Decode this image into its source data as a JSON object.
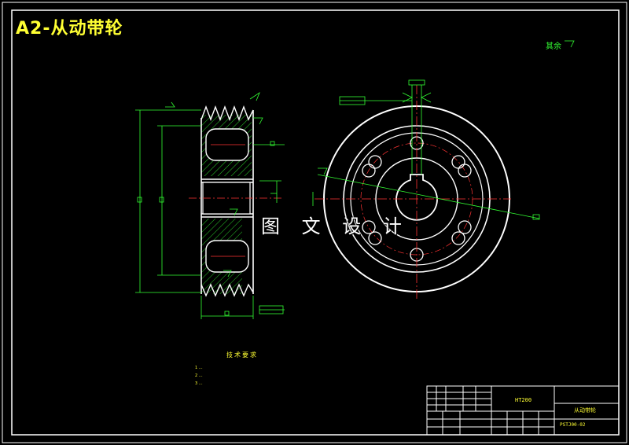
{
  "drawing": {
    "heading": "A2-从动带轮",
    "watermark": "图 文 设 计",
    "roughness_note": "其余",
    "tech_requirements": {
      "title": "技术要求",
      "items": [
        "1 ...",
        "2 ...",
        "3 ..."
      ]
    },
    "title_block": {
      "material": "HT200",
      "part_name": "从动带轮",
      "drawing_no": "PSTJ00-02"
    }
  },
  "colors": {
    "background": "#000000",
    "outline": "#ffffff",
    "dimension": "#33ff33",
    "hatch": "#33ff33",
    "centerline": "#ff3333",
    "frame": "#ffffff",
    "heading": "#ffff33",
    "title_block_text": "#ffff33"
  }
}
